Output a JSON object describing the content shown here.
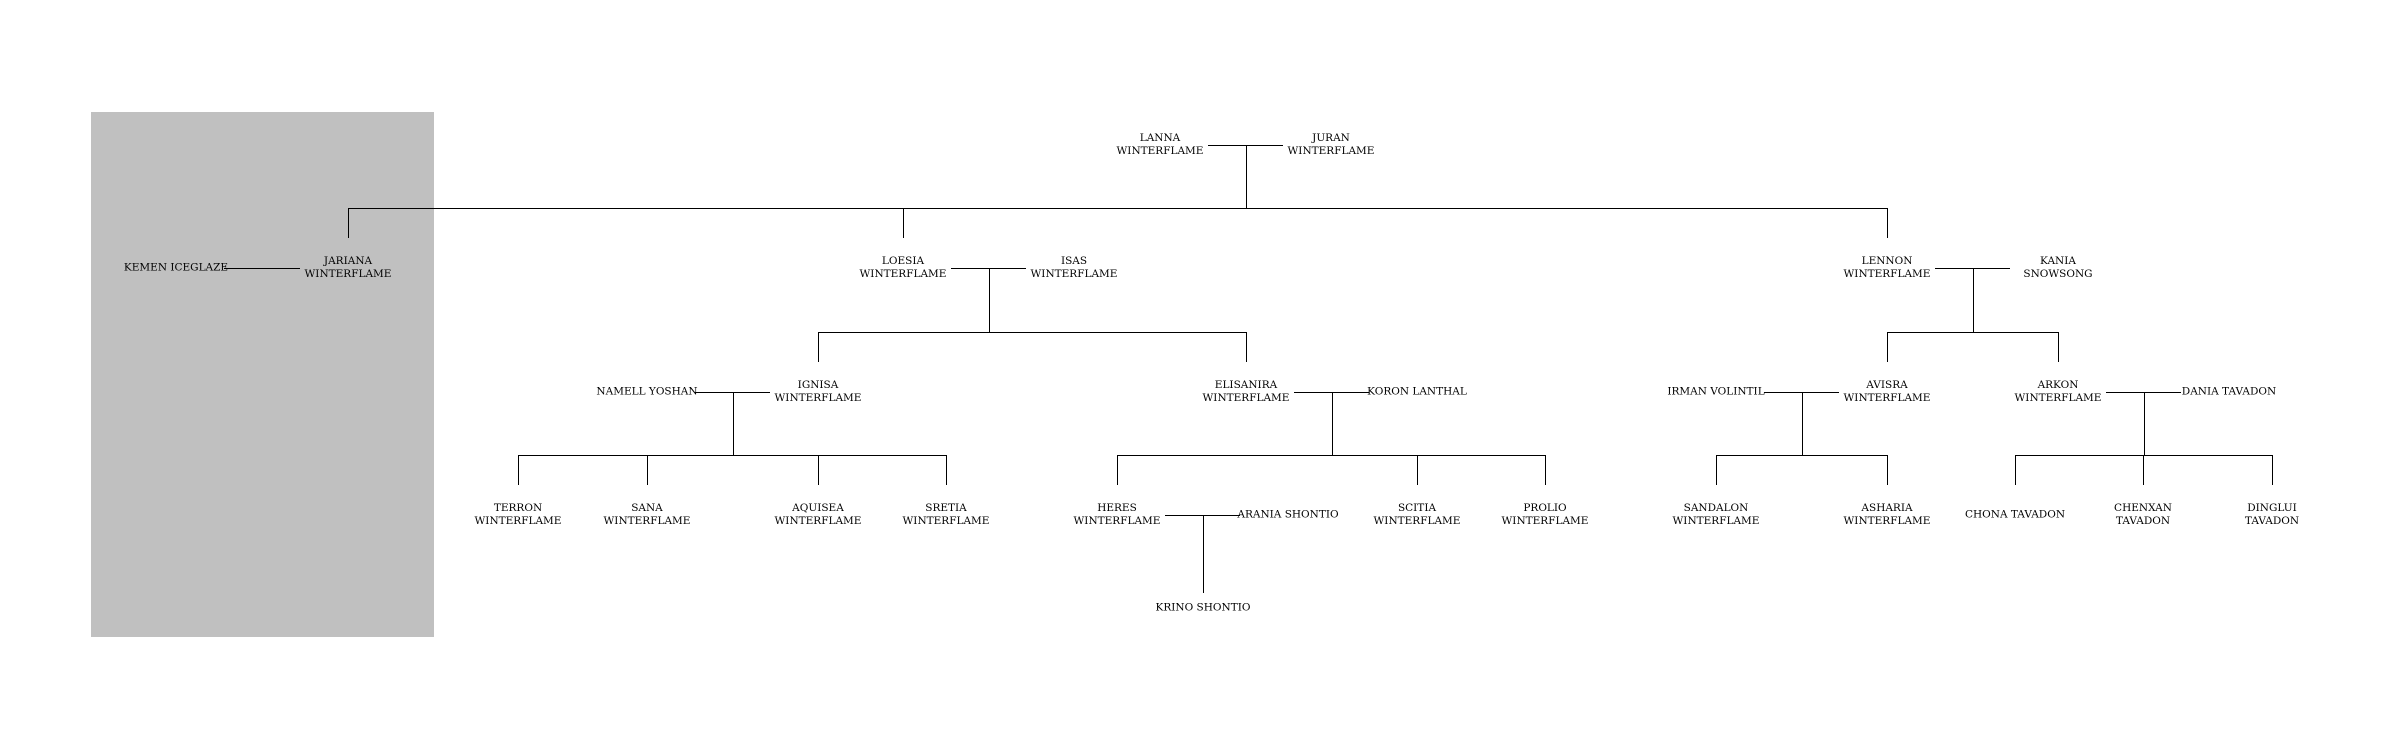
{
  "tree": {
    "highlight_color": "#c0c0c0",
    "line_color": "#000000",
    "people": [
      {
        "id": "lanna",
        "first": "Lanna",
        "last": "Winterflame"
      },
      {
        "id": "juran",
        "first": "Juran",
        "last": "Winterflame"
      },
      {
        "id": "kemen",
        "first": "Kemen Iceglaze",
        "last": ""
      },
      {
        "id": "jariana",
        "first": "Jariana",
        "last": "Winterflame"
      },
      {
        "id": "loesia",
        "first": "Loesia",
        "last": "Winterflame"
      },
      {
        "id": "isas",
        "first": "Isas",
        "last": "Winterflame"
      },
      {
        "id": "lennon",
        "first": "Lennon",
        "last": "Winterflame"
      },
      {
        "id": "kania",
        "first": "Kania",
        "last": "Snowsong"
      },
      {
        "id": "namell",
        "first": "Namell Yoshan",
        "last": ""
      },
      {
        "id": "ignisa",
        "first": "Ignisa",
        "last": "Winterflame"
      },
      {
        "id": "elisanira",
        "first": "Elisanira",
        "last": "Winterflame"
      },
      {
        "id": "koron",
        "first": "Koron Lanthal",
        "last": ""
      },
      {
        "id": "irman",
        "first": "Irman Volintil",
        "last": ""
      },
      {
        "id": "avisra",
        "first": "Avisra",
        "last": "Winterflame"
      },
      {
        "id": "arkon",
        "first": "Arkon",
        "last": "Winterflame"
      },
      {
        "id": "dania",
        "first": "Dania Tavadon",
        "last": ""
      },
      {
        "id": "terron",
        "first": "Terron",
        "last": "Winterflame"
      },
      {
        "id": "sana",
        "first": "Sana",
        "last": "Winterflame"
      },
      {
        "id": "aquisea",
        "first": "Aquisea",
        "last": "Winterflame"
      },
      {
        "id": "sretia",
        "first": "Sretia",
        "last": "Winterflame"
      },
      {
        "id": "heres",
        "first": "Heres",
        "last": "Winterflame"
      },
      {
        "id": "arania",
        "first": "Arania Shontio",
        "last": ""
      },
      {
        "id": "scitia",
        "first": "Scitia",
        "last": "Winterflame"
      },
      {
        "id": "prolio",
        "first": "Prolio",
        "last": "Winterflame"
      },
      {
        "id": "sandalon",
        "first": "Sandalon",
        "last": "Winterflame"
      },
      {
        "id": "asharia",
        "first": "Asharia",
        "last": "Winterflame"
      },
      {
        "id": "chona",
        "first": "Chona Tavadon",
        "last": ""
      },
      {
        "id": "chenxan",
        "first": "Chenxan",
        "last": "Tavadon"
      },
      {
        "id": "dinglui",
        "first": "Dinglui",
        "last": "Tavadon"
      },
      {
        "id": "krino",
        "first": "Krino Shontio",
        "last": ""
      }
    ],
    "couples": [
      {
        "a": "lanna",
        "b": "juran",
        "children": [
          "jariana",
          "loesia",
          "lennon"
        ]
      },
      {
        "a": "kemen",
        "b": "jariana",
        "children": []
      },
      {
        "a": "loesia",
        "b": "isas",
        "children": [
          "ignisa",
          "elisanira"
        ]
      },
      {
        "a": "lennon",
        "b": "kania",
        "children": [
          "avisra",
          "arkon"
        ]
      },
      {
        "a": "namell",
        "b": "ignisa",
        "children": [
          "terron",
          "sana",
          "aquisea",
          "sretia"
        ]
      },
      {
        "a": "elisanira",
        "b": "koron",
        "children": [
          "heres",
          "scitia",
          "prolio"
        ]
      },
      {
        "a": "irman",
        "b": "avisra",
        "children": [
          "sandalon",
          "asharia"
        ]
      },
      {
        "a": "arkon",
        "b": "dania",
        "children": [
          "chona",
          "chenxan",
          "dinglui"
        ]
      },
      {
        "a": "heres",
        "b": "arania",
        "children": [
          "krino"
        ]
      }
    ]
  }
}
